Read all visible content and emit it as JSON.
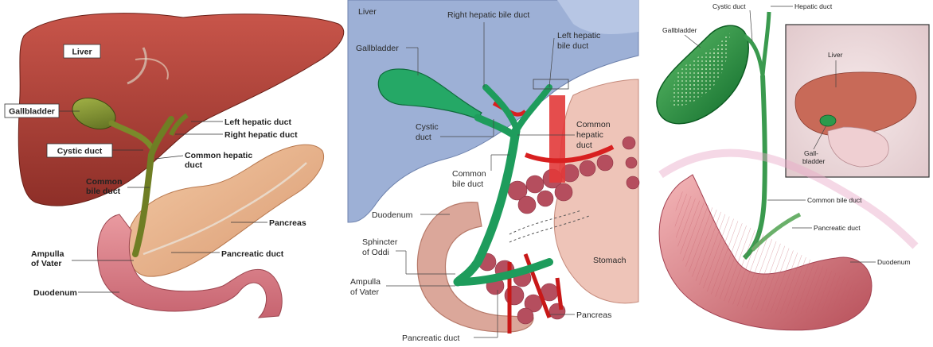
{
  "panel1": {
    "labels": {
      "liver": "Liver",
      "gallbladder": "Gallbladder",
      "left_hepatic_duct": "Left hepatic duct",
      "right_hepatic_duct": "Right hepatic duct",
      "cystic_duct": "Cystic duct",
      "common_hepatic_duct_1": "Common hepatic",
      "common_hepatic_duct_2": "duct",
      "common_bile_duct_1": "Common",
      "common_bile_duct_2": "bile duct",
      "pancreas": "Pancreas",
      "ampulla_1": "Ampulla",
      "ampulla_2": "of Vater",
      "pancreatic_duct": "Pancreatic duct",
      "duodenum": "Duodenum"
    }
  },
  "panel2": {
    "labels": {
      "liver": "Liver",
      "right_hepatic_bile_duct": "Right hepatic bile duct",
      "left_hepatic_1": "Left hepatic",
      "left_hepatic_2": "bile duct",
      "gallbladder": "Gallbladder",
      "cystic_1": "Cystic",
      "cystic_2": "duct",
      "common_hepatic_1": "Common",
      "common_hepatic_2": "hepatic",
      "common_hepatic_3": "duct",
      "common_bile_1": "Common",
      "common_bile_2": "bile duct",
      "duodenum": "Duodenum",
      "sphincter_1": "Sphincter",
      "sphincter_2": "of Oddi",
      "stomach": "Stomach",
      "ampulla_1": "Ampulla",
      "ampulla_2": "of Vater",
      "pancreas": "Pancreas",
      "pancreatic_duct": "Pancreatic duct"
    }
  },
  "panel3": {
    "labels": {
      "cystic_duct": "Cystic duct",
      "hepatic_duct": "Hepatic duct",
      "gallbladder": "Gallbladder",
      "liver": "Liver",
      "gall_1": "Gall-",
      "gall_2": "bladder",
      "common_bile_duct": "Common bile duct",
      "pancreatic_duct": "Pancreatic duct",
      "duodenum": "Duodenum"
    }
  }
}
